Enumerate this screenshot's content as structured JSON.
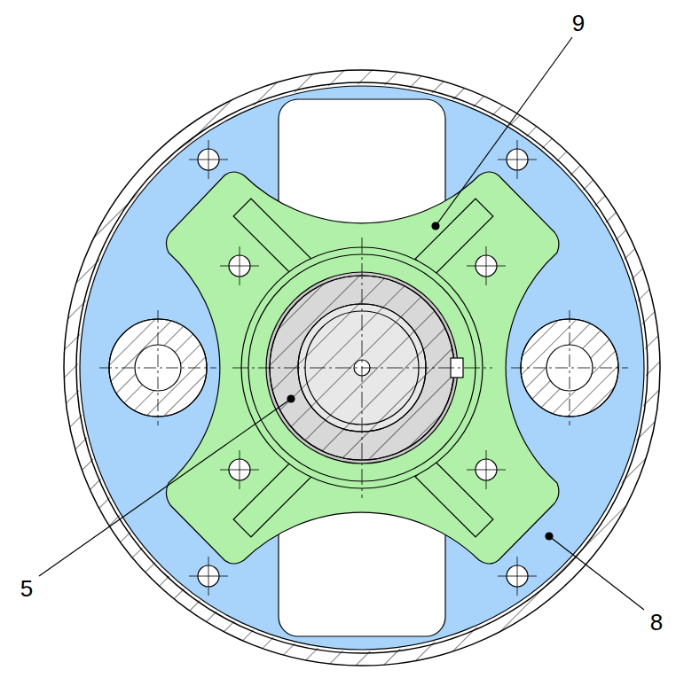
{
  "diagram": {
    "labels": [
      "9",
      "5",
      "8"
    ]
  }
}
